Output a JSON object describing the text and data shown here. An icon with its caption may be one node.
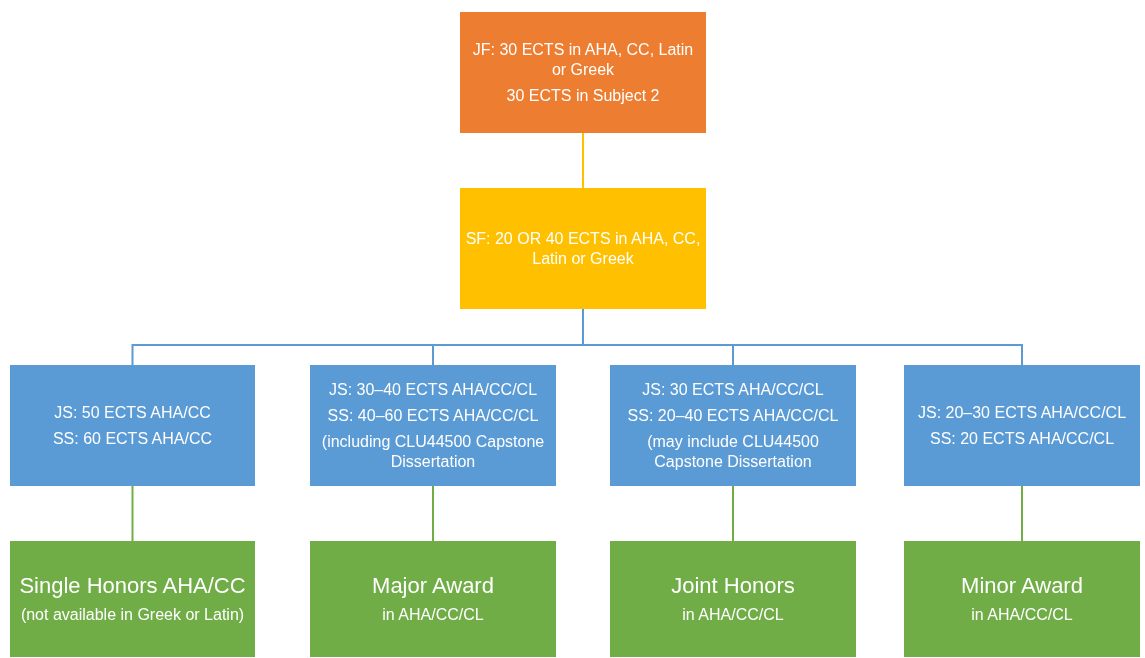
{
  "diagram": {
    "nodes": [
      {
        "text": [
          "JF: 30 ECTS in AHA, CC, Latin or Greek",
          "30 ECTS in Subject 2"
        ]
      },
      {
        "text": [
          "SF: 20 OR 40 ECTS in AHA, CC, Latin or Greek"
        ]
      },
      {
        "text": [
          "JS: 50 ECTS AHA/CC",
          "SS: 60 ECTS AHA/CC"
        ]
      },
      {
        "text": [
          "JS: 30–40 ECTS AHA/CC/CL",
          "SS: 40–60 ECTS AHA/CC/CL",
          "(including CLU44500 Capstone Dissertation"
        ]
      },
      {
        "text": [
          "JS: 30 ECTS AHA/CC/CL",
          "SS: 20–40 ECTS AHA/CC/CL",
          "(may include CLU44500 Capstone Dissertation"
        ]
      },
      {
        "text": [
          "JS: 20–30 ECTS AHA/CC/CL",
          "SS: 20 ECTS AHA/CC/CL"
        ]
      },
      {
        "text": [
          "Single Honors AHA/CC",
          "(not available in Greek or Latin)"
        ]
      },
      {
        "text": [
          "Major Award",
          "in AHA/CC/CL"
        ]
      },
      {
        "text": [
          "Joint Honors",
          "in AHA/CC/CL"
        ]
      },
      {
        "text": [
          "Minor Award",
          "in AHA/CC/CL"
        ]
      }
    ],
    "edges": [
      {
        "from": 0,
        "to": 1,
        "arrow": "none",
        "color": "#ffc000"
      },
      {
        "from": 1,
        "to": 2,
        "arrow": "none",
        "color": "#5b9bd5"
      },
      {
        "from": 1,
        "to": 3,
        "arrow": "none",
        "color": "#5b9bd5"
      },
      {
        "from": 1,
        "to": 4,
        "arrow": "none",
        "color": "#5b9bd5"
      },
      {
        "from": 1,
        "to": 5,
        "arrow": "none",
        "color": "#5b9bd5"
      },
      {
        "from": 2,
        "to": 6,
        "arrow": "none",
        "color": "#70ad47"
      },
      {
        "from": 3,
        "to": 7,
        "arrow": "none",
        "color": "#70ad47"
      },
      {
        "from": 4,
        "to": 8,
        "arrow": "none",
        "color": "#70ad47"
      },
      {
        "from": 5,
        "to": 9,
        "arrow": "none",
        "color": "#70ad47"
      }
    ]
  }
}
